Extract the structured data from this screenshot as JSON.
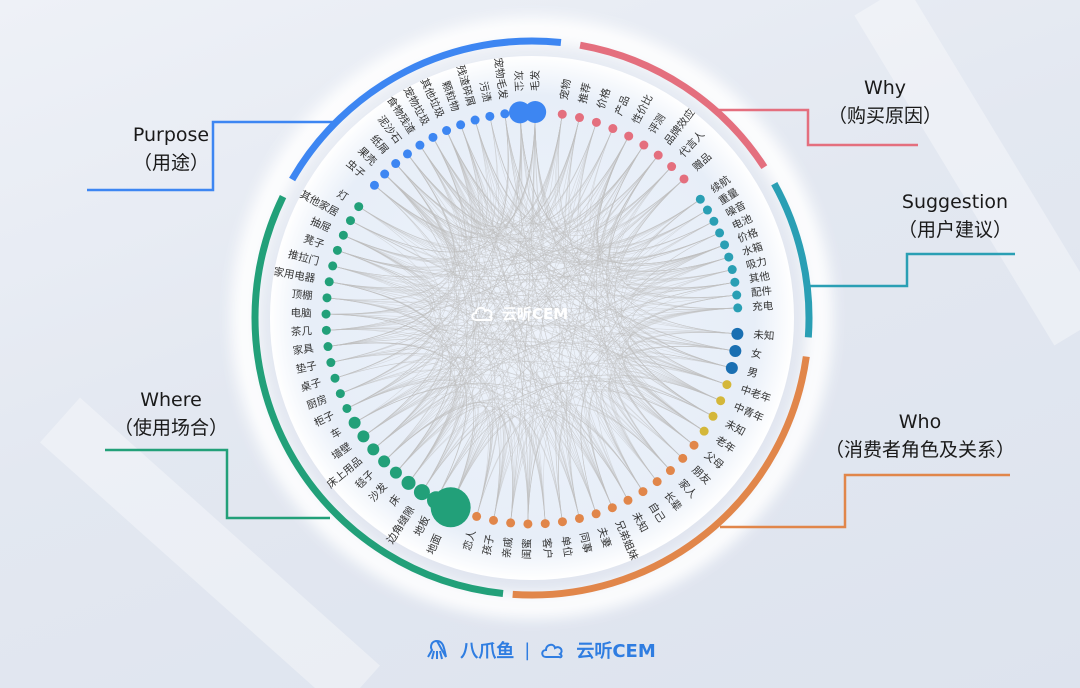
{
  "categories": [
    {
      "key": "purpose",
      "en": "Purpose",
      "zh": "（用途）",
      "color": "#3d86f2"
    },
    {
      "key": "why",
      "en": "Why",
      "zh": "（购买原因）",
      "color": "#e46f7e"
    },
    {
      "key": "suggestion",
      "en": "Suggestion",
      "zh": "（用户建议）",
      "color": "#2a9fb4"
    },
    {
      "key": "who",
      "en": "Who",
      "zh": "（消费者角色及关系）",
      "color": "#e1864a"
    },
    {
      "key": "where",
      "en": "Where",
      "zh": "（使用场合）",
      "color": "#22a079"
    }
  ],
  "nodes": {
    "purpose": [
      "毛发",
      "灰尘",
      "宠物毛发",
      "污渍",
      "残渣碎屑",
      "颗粒物",
      "其他垃圾",
      "宠物垃圾",
      "食物残渣",
      "泥沙石",
      "纸屑",
      "果壳",
      "虫子"
    ],
    "why": [
      "宠物",
      "推荐",
      "价格",
      "产品",
      "性价比",
      "评测",
      "品牌效应",
      "代言人",
      "赠品"
    ],
    "suggestion": [
      "续航",
      "重量",
      "噪音",
      "电池",
      "价格",
      "水箱",
      "吸力",
      "其他",
      "配件",
      "充电"
    ],
    "who": [
      "未知",
      "女",
      "男",
      "中老年",
      "中青年",
      "未知",
      "老年",
      "父母",
      "朋友",
      "家人",
      "长辈",
      "自己",
      "未知",
      "兄弟姐妹",
      "夫妻",
      "同事",
      "单位",
      "客户",
      "闺蜜",
      "亲戚",
      "孩子",
      "恋人"
    ],
    "where": [
      "地面",
      "地板",
      "边角缝隙",
      "床",
      "沙发",
      "毯子",
      "床上用品",
      "墙壁",
      "车",
      "柜子",
      "厨房",
      "桌子",
      "垫子",
      "家具",
      "茶几",
      "电脑",
      "顶棚",
      "家用电器",
      "推拉门",
      "凳子",
      "抽屉",
      "其他家居",
      "灯"
    ]
  },
  "center_logo": "云听CEM",
  "footer": {
    "brand1": "八爪鱼",
    "sep": "|",
    "brand2": "云听CEM"
  }
}
